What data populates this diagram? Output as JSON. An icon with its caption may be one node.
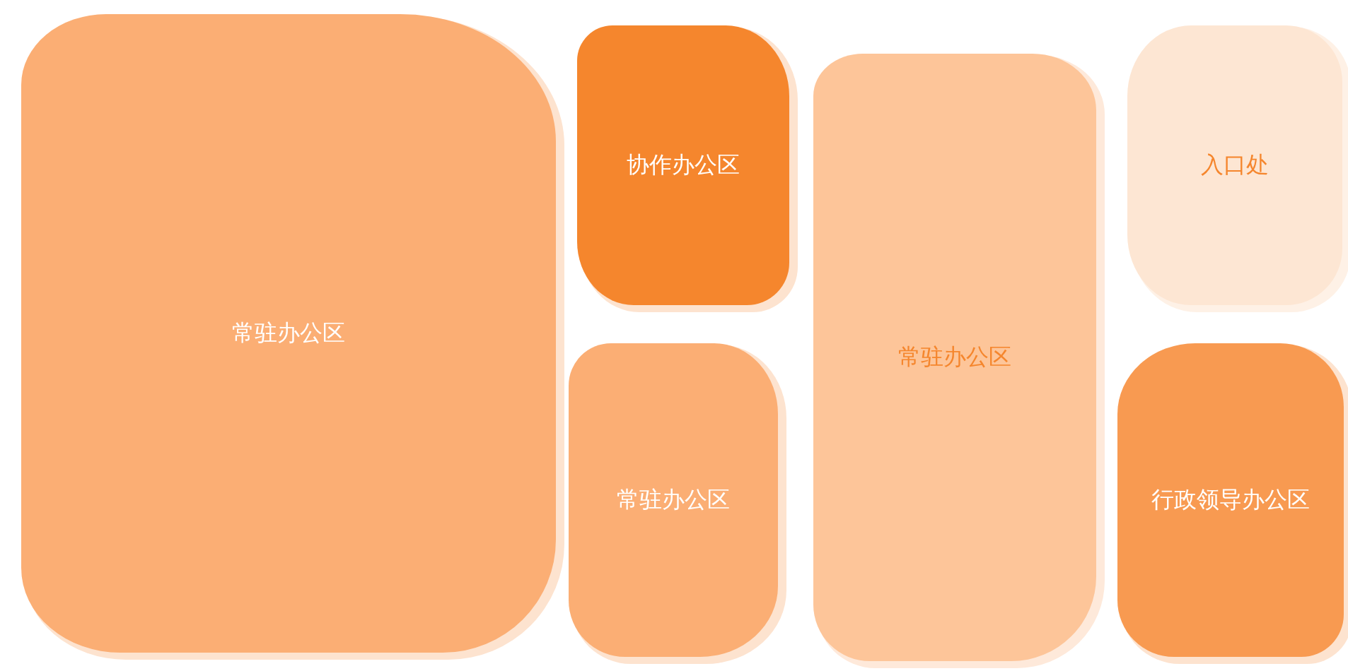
{
  "diagram": {
    "nodes": [
      {
        "text": [
          "常驻办公区"
        ]
      },
      {
        "text": [
          "协作办公区"
        ]
      },
      {
        "text": [
          "常驻办公区"
        ]
      },
      {
        "text": [
          "常驻办公区"
        ]
      },
      {
        "text": [
          "入口处"
        ]
      },
      {
        "text": [
          "行政领导办公区"
        ]
      }
    ]
  }
}
